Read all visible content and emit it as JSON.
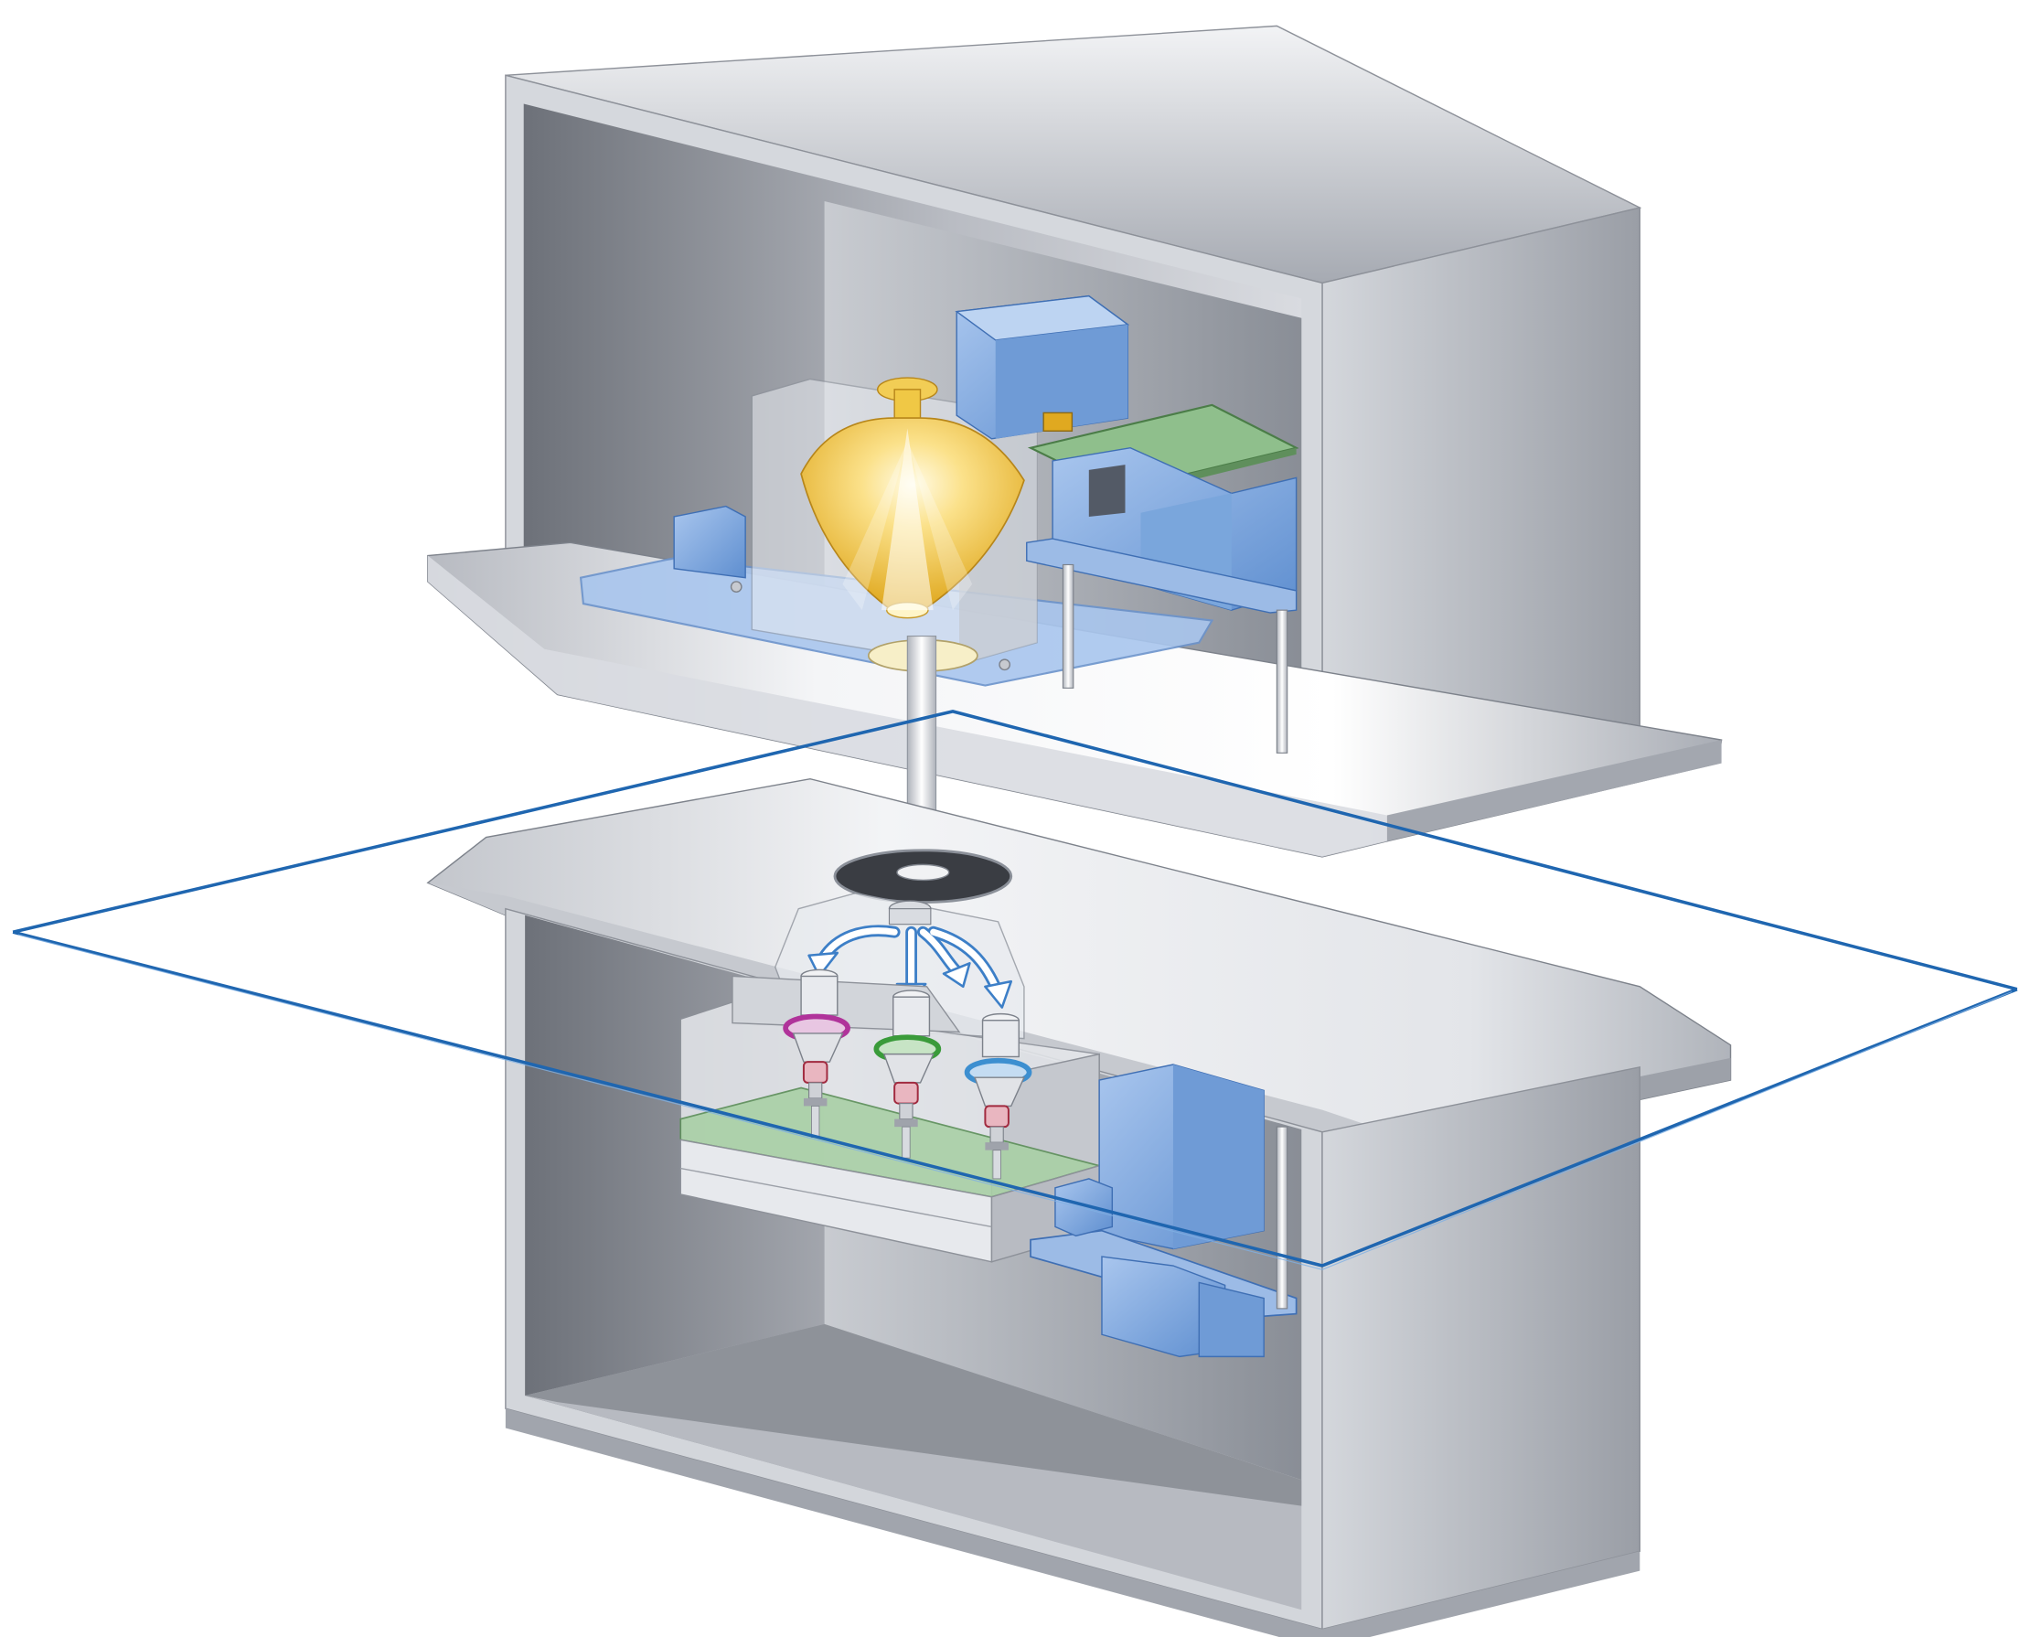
{
  "diagram": {
    "components": [
      {
        "id": "upper-housing",
        "kind": "enclosure"
      },
      {
        "id": "light-source",
        "kind": "lamp-reflector"
      },
      {
        "id": "light-beam",
        "kind": "beam"
      },
      {
        "id": "mounting-plane",
        "kind": "plane"
      },
      {
        "id": "lower-housing",
        "kind": "enclosure"
      },
      {
        "id": "beam-splitter",
        "kind": "distribution"
      },
      {
        "id": "receiver-1",
        "kind": "sensor",
        "ring": "#b0339a"
      },
      {
        "id": "receiver-2",
        "kind": "sensor",
        "ring": "#3a9b3a"
      },
      {
        "id": "receiver-3",
        "kind": "sensor",
        "ring": "#3d8fd0"
      }
    ],
    "colors": {
      "metal_light": "#eef0f3",
      "metal_mid": "#b8bcc3",
      "metal_dark": "#6e737c",
      "blue_part": "#7aa6dc",
      "blue_dark": "#3f6fb4",
      "pcb_green": "#8fbf8c",
      "lamp_yellow": "#f4c430",
      "plane_line": "#1f66b0"
    }
  }
}
